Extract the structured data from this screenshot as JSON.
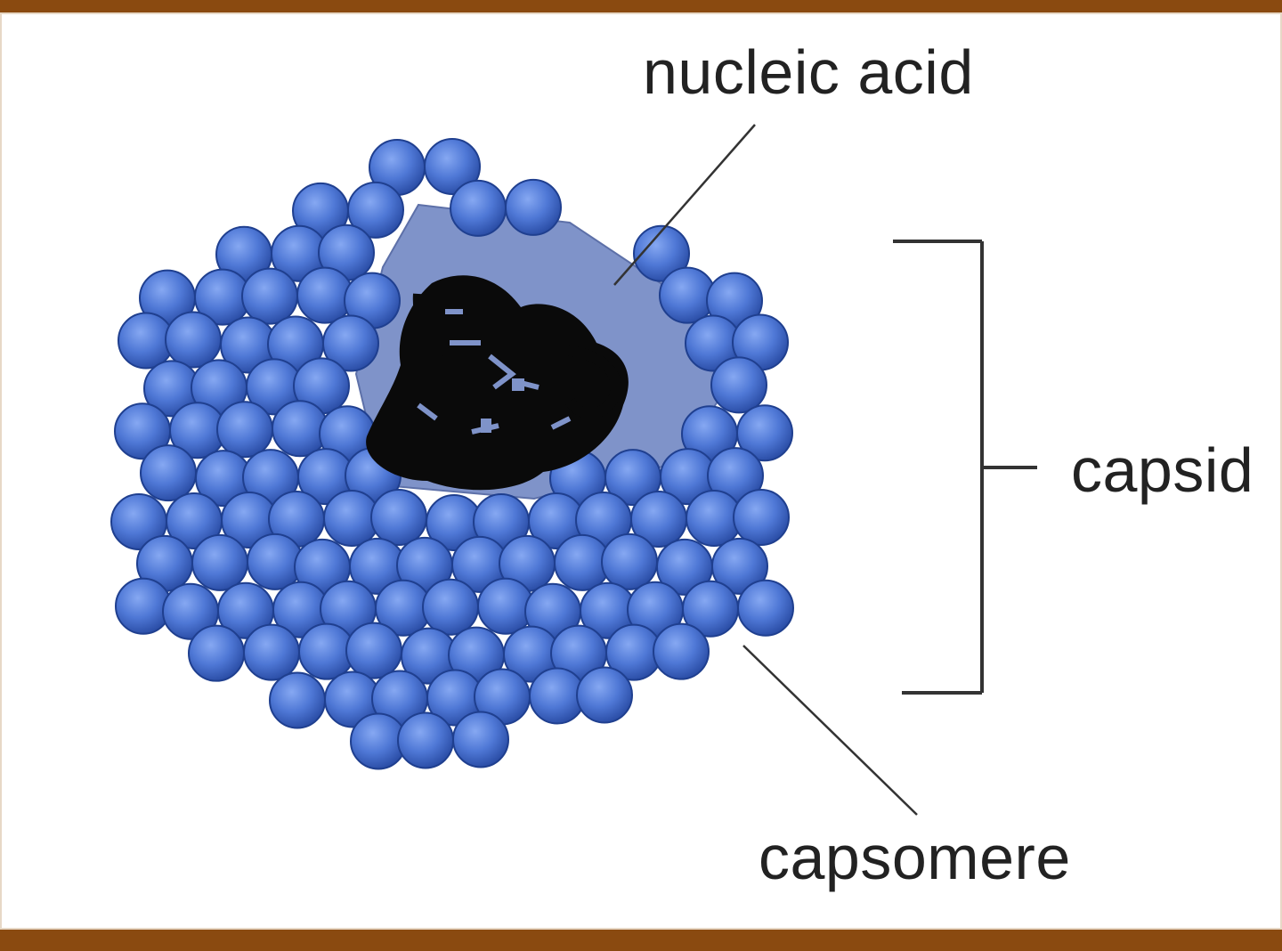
{
  "labels": {
    "nucleic_acid": "nucleic acid",
    "capsid": "capsid",
    "capsomere": "capsomere"
  },
  "colors": {
    "border": "#8a4a10",
    "capsomere_fill": "#4f78d6",
    "capsomere_edge": "#1f3f8f",
    "nucleic_acid": "#0a0a0a",
    "line": "#333333"
  }
}
